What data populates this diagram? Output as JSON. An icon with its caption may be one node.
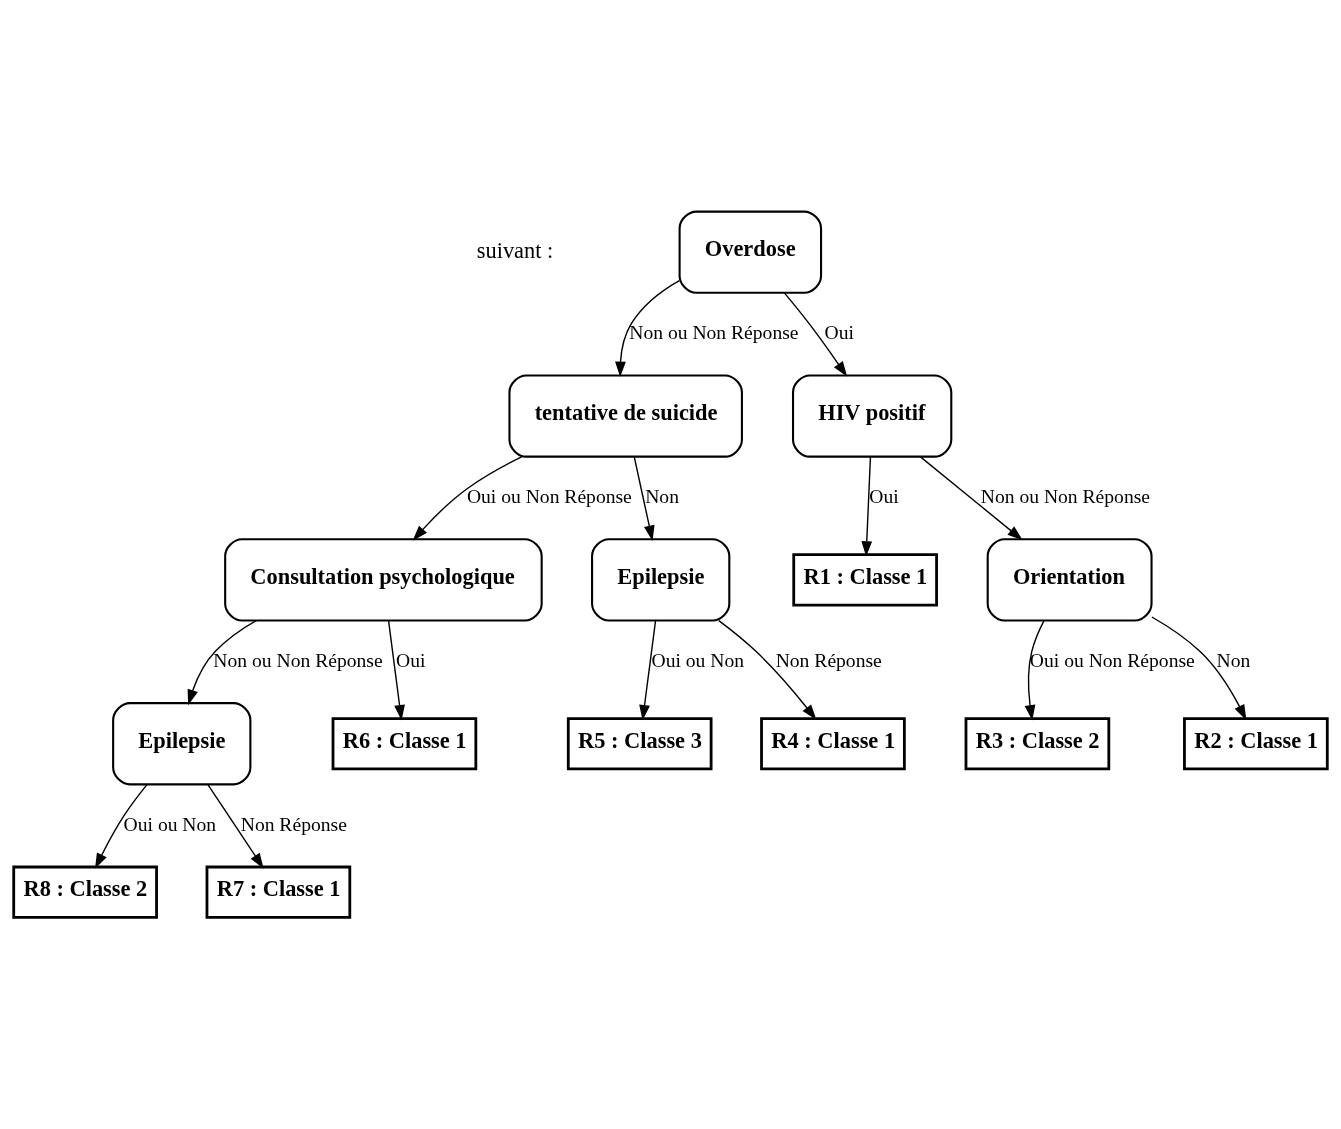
{
  "diagram": {
    "nodes": [
      {
        "text": [
          "Overdose"
        ]
      },
      {
        "text": [
          "tentative de suicide"
        ]
      },
      {
        "text": [
          "HIV positif"
        ]
      },
      {
        "text": [
          "Consultation psychologique"
        ]
      },
      {
        "text": [
          "Epilepsie"
        ]
      },
      {
        "text": [
          "R1 : Classe 1"
        ]
      },
      {
        "text": [
          "Orientation"
        ]
      },
      {
        "text": [
          "Epilepsie"
        ]
      },
      {
        "text": [
          "R6 : Classe 1"
        ]
      },
      {
        "text": [
          "R5 : Classe 3"
        ]
      },
      {
        "text": [
          "R4 : Classe 1"
        ]
      },
      {
        "text": [
          "R8 : Classe 2"
        ]
      },
      {
        "text": [
          "R7 : Classe 1"
        ]
      },
      {
        "text": [
          "R3 : Classe 2"
        ]
      },
      {
        "text": [
          "R2 : Classe 1"
        ]
      }
    ],
    "edges": [
      {
        "from": 0,
        "to": 1,
        "arrow": "to",
        "label": "Non ou Non Réponse"
      },
      {
        "from": 0,
        "to": 2,
        "arrow": "to",
        "label": "Oui"
      },
      {
        "from": 1,
        "to": 3,
        "arrow": "to",
        "label": "Oui ou Non Réponse"
      },
      {
        "from": 1,
        "to": 4,
        "arrow": "to",
        "label": "Non"
      },
      {
        "from": 2,
        "to": 6,
        "arrow": "to",
        "label": "Non ou Non Réponse"
      },
      {
        "from": 2,
        "to": 5,
        "arrow": "to",
        "label": "Oui"
      },
      {
        "from": 3,
        "to": 7,
        "arrow": "to",
        "label": "Non ou Non Réponse"
      },
      {
        "from": 3,
        "to": 8,
        "arrow": "to",
        "label": "Oui"
      },
      {
        "from": 4,
        "to": 9,
        "arrow": "to",
        "label": "Oui ou Non"
      },
      {
        "from": 4,
        "to": 10,
        "arrow": "to",
        "label": "Non Réponse"
      },
      {
        "from": 7,
        "to": 11,
        "arrow": "to",
        "label": "Oui ou Non"
      },
      {
        "from": 7,
        "to": 12,
        "arrow": "to",
        "label": "Non Réponse"
      },
      {
        "from": 6,
        "to": 13,
        "arrow": "to",
        "label": "Oui ou Non Réponse"
      },
      {
        "from": 6,
        "to": 14,
        "arrow": "to",
        "label": "Non"
      }
    ],
    "labels": [
      "suivant :"
    ]
  }
}
